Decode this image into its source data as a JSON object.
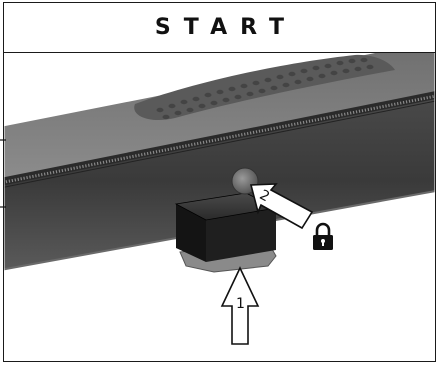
{
  "header": {
    "title": "START"
  },
  "steps": [
    {
      "number": "1",
      "action": "push-up"
    },
    {
      "number": "2",
      "action": "press-button"
    }
  ],
  "icons": {
    "lock": "lock-icon",
    "arrow_up": "up-arrow-icon",
    "arrow_diag": "diagonal-arrow-icon"
  },
  "colors": {
    "bar_dark": "#3e3e3e",
    "bar_light": "#7a7a7a",
    "block": "#1c1c1c",
    "base_plate": "#8a8a8a"
  }
}
